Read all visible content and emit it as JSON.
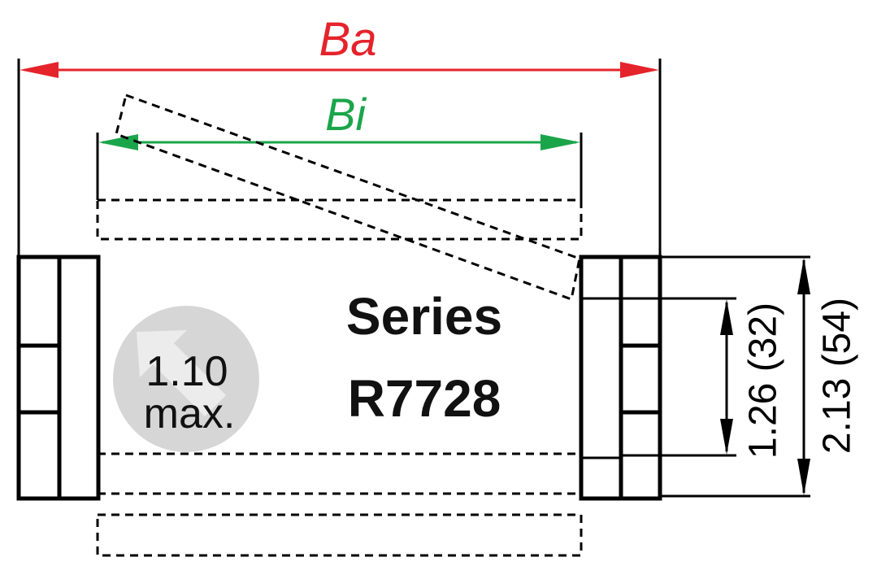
{
  "labels": {
    "outer_width": "Ba",
    "inner_width": "Bi",
    "series_line1": "Series",
    "series_line2": "R7728",
    "badge_line1": "1.10",
    "badge_line2": "max.",
    "inner_height": "1.26 (32)",
    "outer_height": "2.13 (54)"
  },
  "colors": {
    "outer_dimension": "#e5232b",
    "inner_dimension": "#1aa54a",
    "line": "#000000",
    "badge_fill": "#d6d6d6",
    "badge_arrow": "#ececec"
  }
}
